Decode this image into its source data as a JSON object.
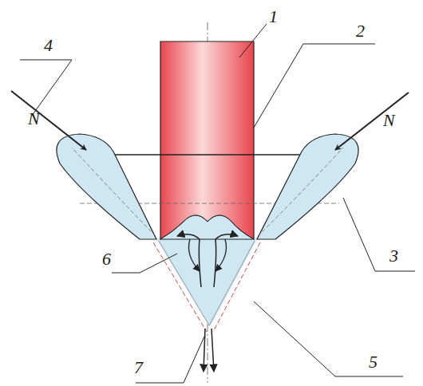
{
  "diagram": {
    "labels": [
      "1",
      "2",
      "4",
      "N",
      "N",
      "3",
      "6",
      "5",
      "7"
    ]
  }
}
